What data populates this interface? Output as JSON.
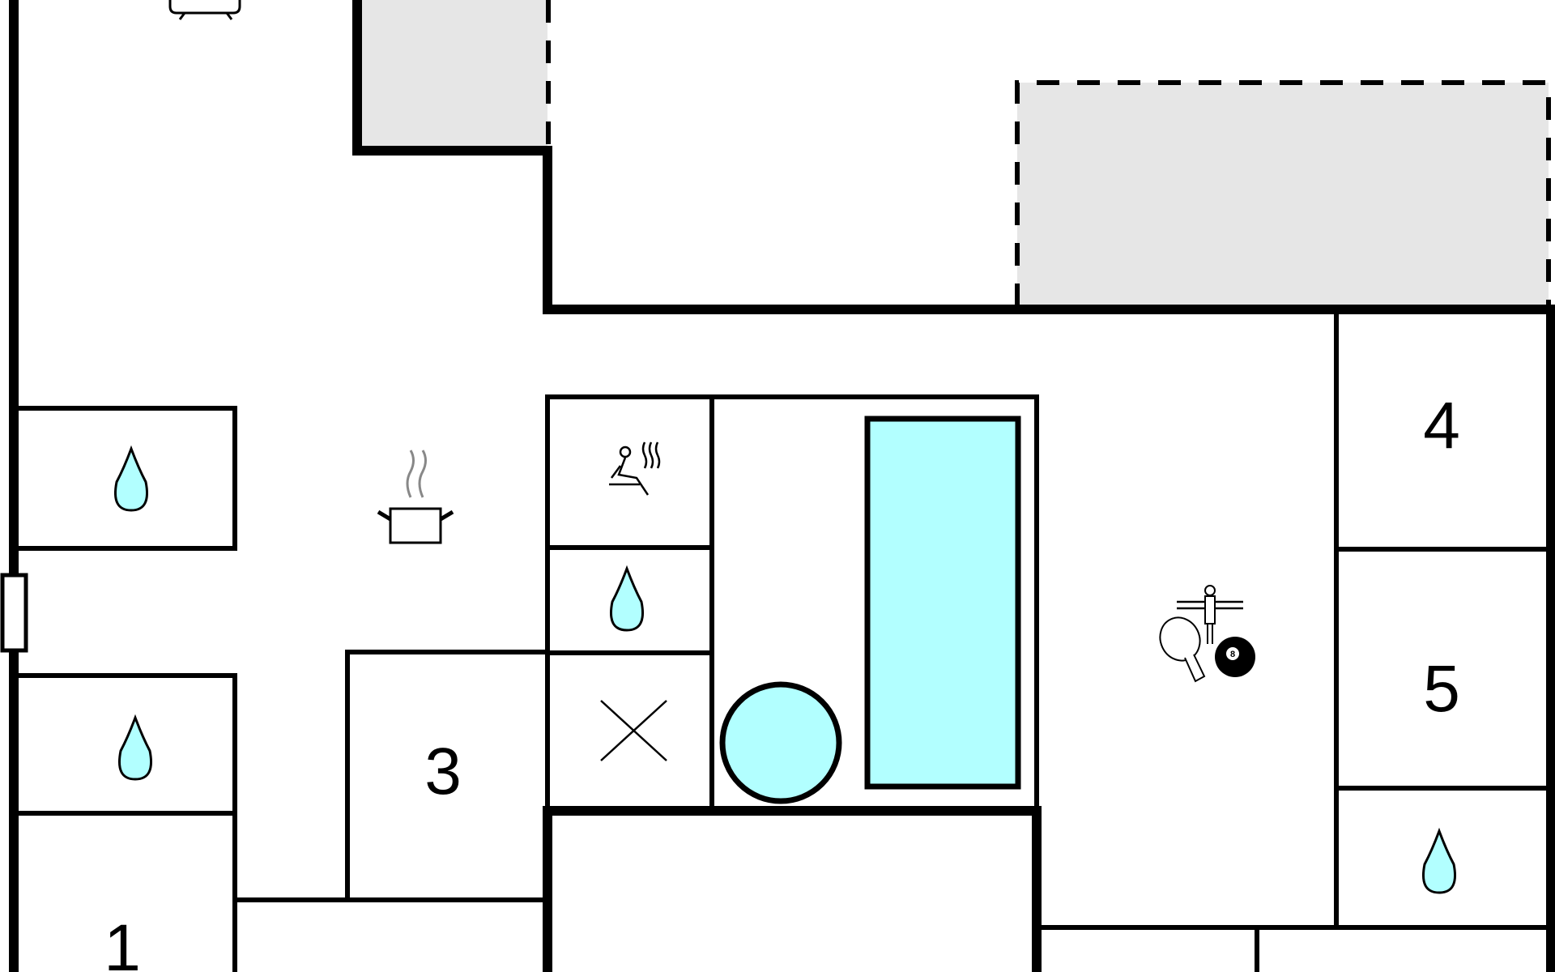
{
  "floor_plan": {
    "rooms": [
      {
        "id": "room-1",
        "label": "1"
      },
      {
        "id": "room-3",
        "label": "3"
      },
      {
        "id": "room-4",
        "label": "4"
      },
      {
        "id": "room-5",
        "label": "5"
      }
    ],
    "colors": {
      "wall": "#000000",
      "terrace_fill": "#e6e6e6",
      "water": "#b2ffff",
      "background": "#ffffff"
    },
    "icons": [
      "sofa-icon",
      "kitchen-icon",
      "sauna-icon",
      "bathroom-icon",
      "game-room-icon",
      "pool-icon",
      "whirlpool-icon",
      "door-icon"
    ]
  }
}
